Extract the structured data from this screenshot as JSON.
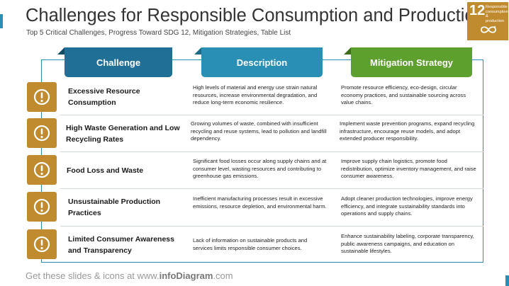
{
  "header": {
    "title": "Challenges for Responsible Consumption and Production",
    "subtitle": "Top 5 Critical Challenges, Progress Toward SDG 12, Mitigation Strategies, Table List"
  },
  "sdg_badge": {
    "number": "12",
    "text": "Responsible consumption & production",
    "color": "#bf8b2e",
    "icon": "infinity-arrow-icon"
  },
  "table": {
    "columns": [
      "Challenge",
      "Description",
      "Mitigation Strategy"
    ],
    "rows": [
      {
        "challenge": "Excessive Resource Consumption",
        "description": "High levels of material and energy use strain natural resources, increase environmental degradation, and reduce long-term economic resilience.",
        "mitigation": "Promote resource efficiency, eco-design, circular economy practices, and sustainable sourcing across value chains."
      },
      {
        "challenge": "High Waste Generation and Low Recycling Rates",
        "description": "Growing volumes of waste, combined with insufficient recycling and reuse systems, lead to pollution and landfill dependency.",
        "mitigation": "Implement waste prevention programs, expand recycling infrastructure, encourage reuse models, and adopt extended producer responsibility."
      },
      {
        "challenge": "Food Loss and Waste",
        "description": "Significant food losses occur along supply chains and at consumer level, wasting resources and contributing to greenhouse gas emissions.",
        "mitigation": "Improve supply chain logistics, promote food redistribution, optimize inventory management, and raise consumer awareness."
      },
      {
        "challenge": "Unsustainable Production Practices",
        "description": "Inefficient manufacturing processes result in excessive emissions, resource depletion, and environmental harm.",
        "mitigation": "Adopt cleaner production technologies, improve energy efficiency, and integrate sustainability standards into operations and supply chains."
      },
      {
        "challenge": "Limited Consumer Awareness and Transparency",
        "description": "Lack of information on sustainable products and services limits responsible consumer choices.",
        "mitigation": "Enhance sustainability labeling, corporate transparency, public awareness campaigns, and education on sustainable lifestyles."
      }
    ],
    "row_icon": "exclamation-circle-icon"
  },
  "colors": {
    "frame": "#2b8fb0",
    "challenge_tab": "#1f6f97",
    "description_tab": "#2a8fb4",
    "mitigation_tab": "#5ea02e",
    "icon_box": "#bf8b2e"
  },
  "footer": {
    "prefix": "Get these slides & icons at www.",
    "brand": "infoDiagram",
    "suffix": ".com"
  }
}
